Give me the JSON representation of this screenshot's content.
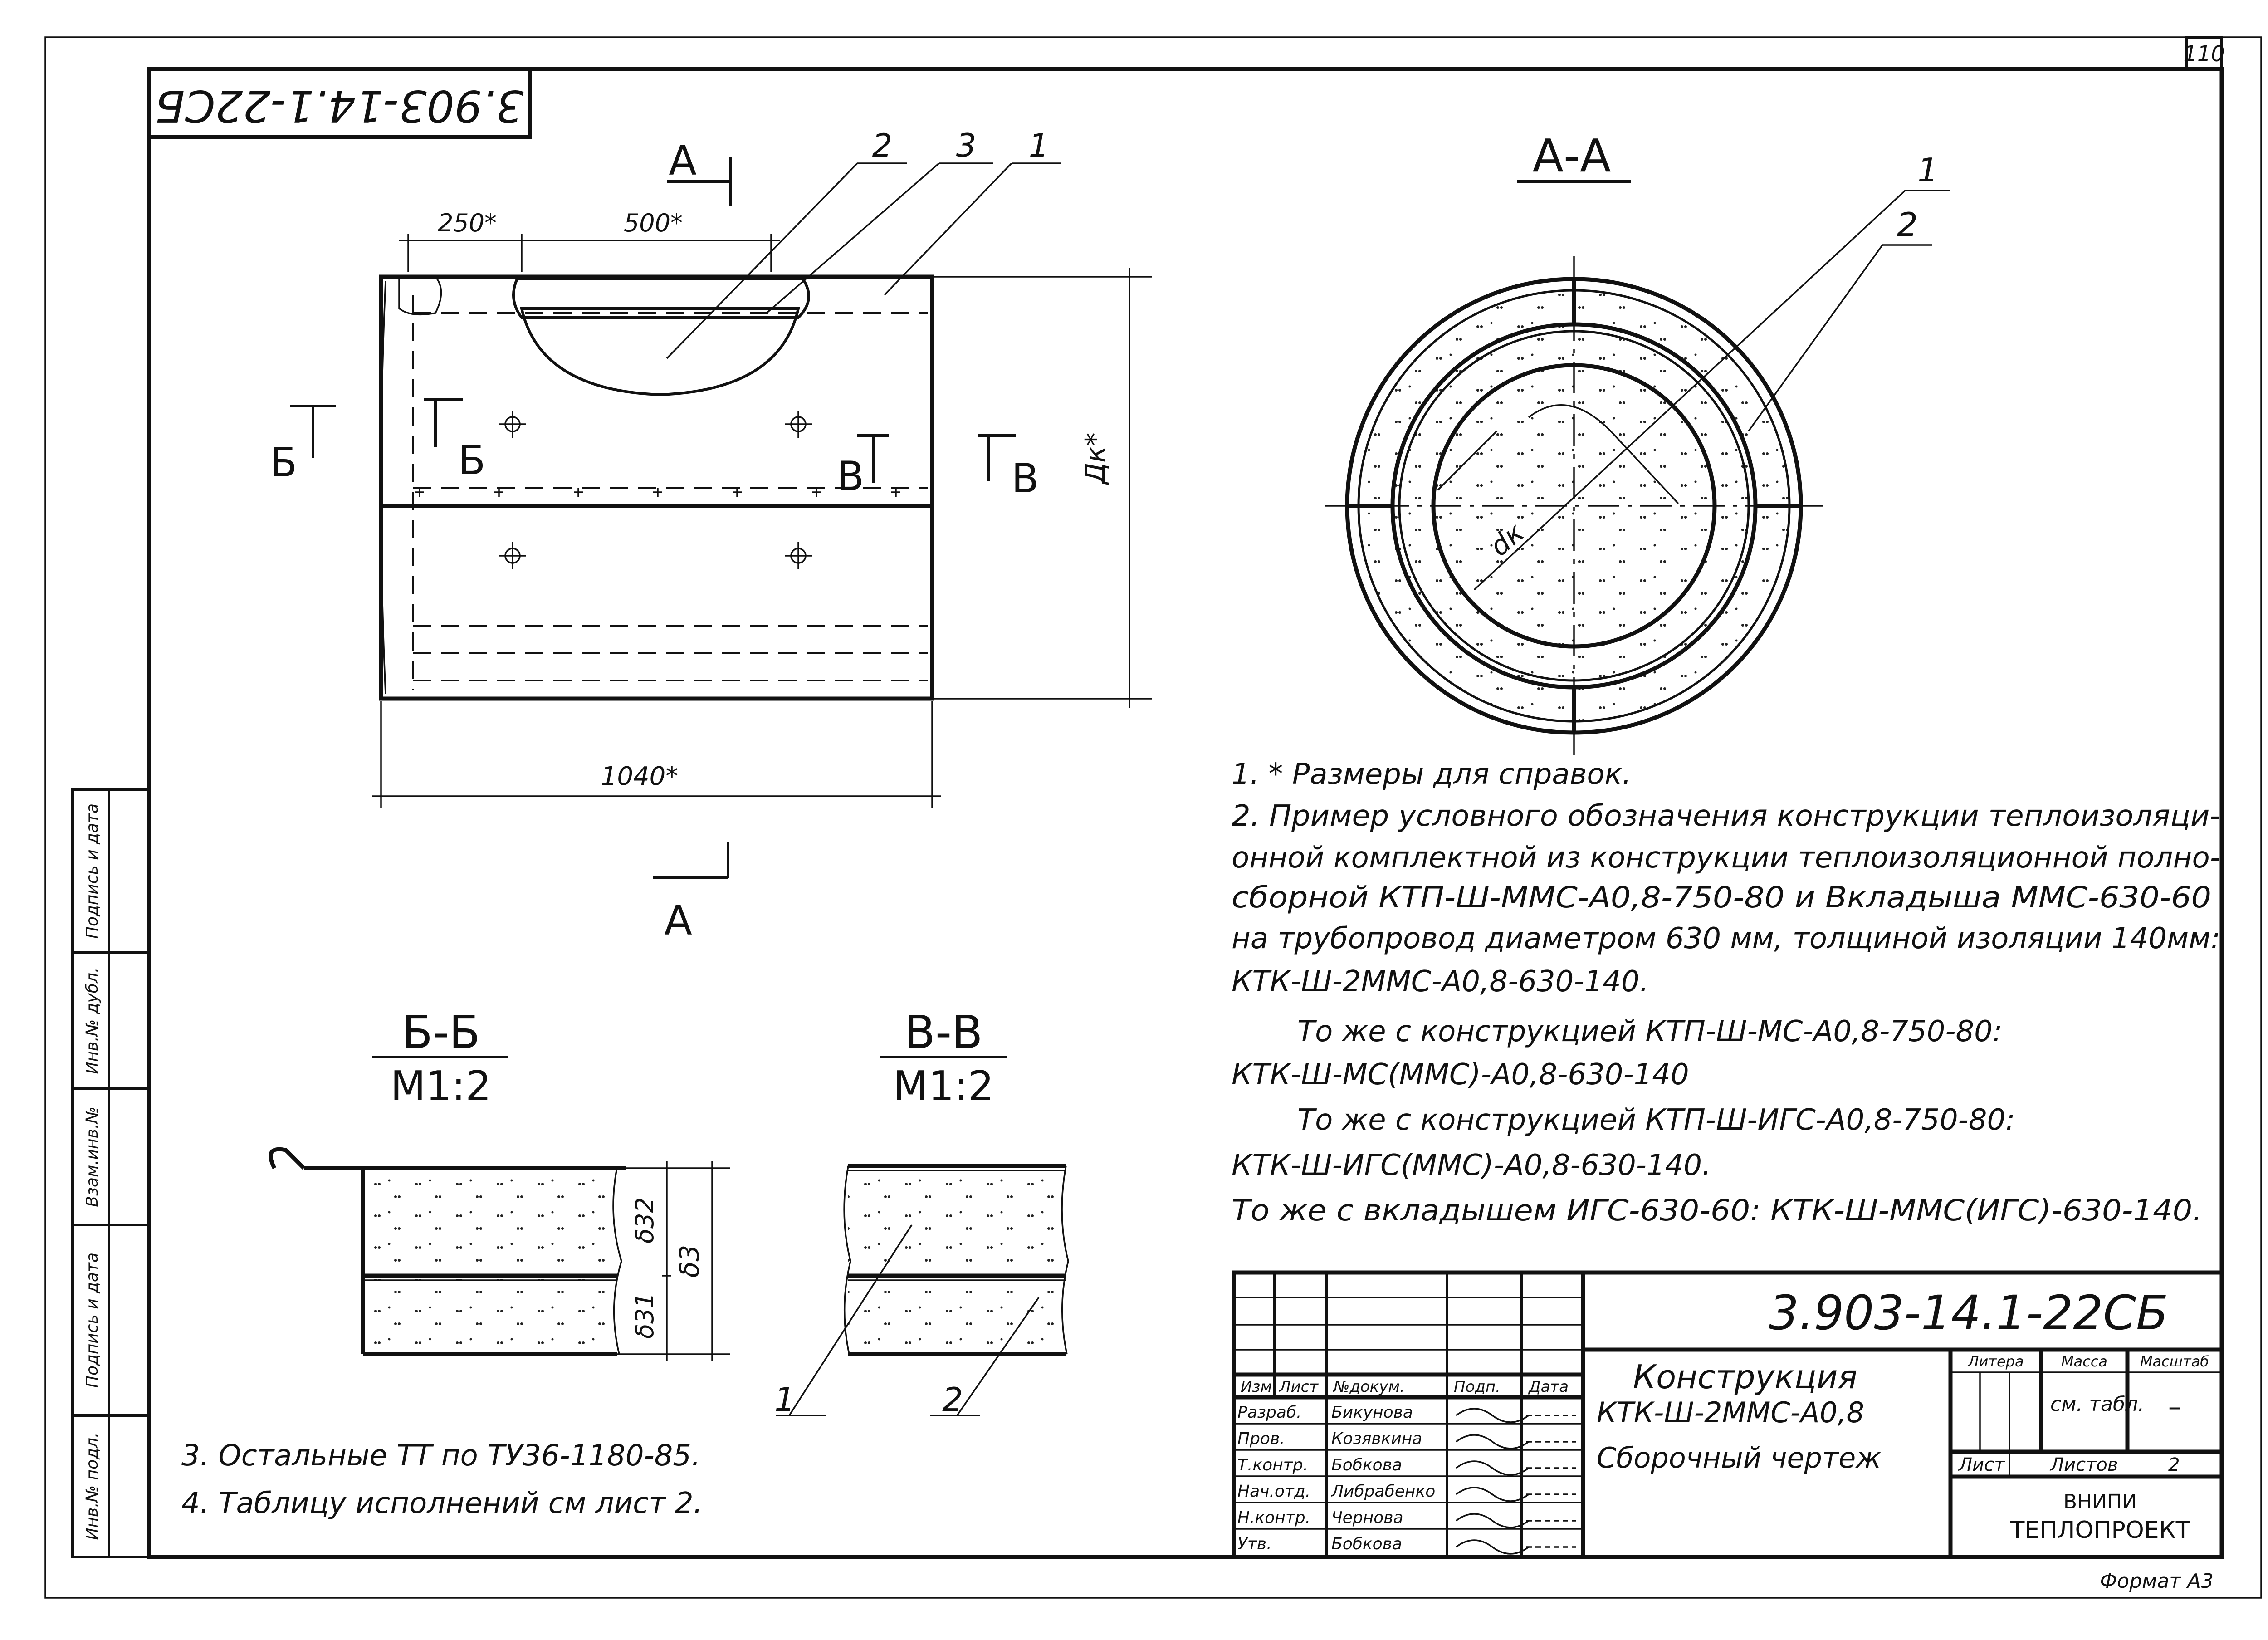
{
  "sheet": {
    "page_number": "110",
    "rotated_code": "3.903-14.1-22СБ",
    "format": "Формат А3"
  },
  "main_view": {
    "dim_250": "250*",
    "dim_500": "500*",
    "dim_1040": "1040*",
    "dim_dk": "Дк*",
    "section_a": "А",
    "mark_b": "Б",
    "mark_v": "В",
    "callouts": [
      "2",
      "3",
      "1"
    ]
  },
  "section_aa": {
    "title": "А-А",
    "label_dk": "dк",
    "callouts": [
      "1",
      "2"
    ]
  },
  "section_bb": {
    "title": "Б-Б",
    "scale": "М1:2",
    "delta_32": "δ32",
    "delta_31": "δ31",
    "delta_3": "δ3"
  },
  "section_vv": {
    "title": "В-В",
    "scale": "М1:2",
    "callouts": [
      "1",
      "2"
    ]
  },
  "notes": [
    "1. * Размеры для справок.",
    "2. Пример условного обозначения конструкции теплоизоляци-",
    "онной комплектной из конструкции теплоизоляционной полно-",
    "сборной КТП-Ш-ММС-А0,8-750-80 и Вкладыша ММС-630-60",
    "на трубопровод диаметром 630 мм, толщиной изоляции 140мм:",
    "КТК-Ш-2ММС-А0,8-630-140.",
    "То же с конструкцией КТП-Ш-МС-А0,8-750-80:",
    "КТК-Ш-МС(ММС)-А0,8-630-140",
    "То же с конструкцией КТП-Ш-ИГС-А0,8-750-80:",
    "КТК-Ш-ИГС(ММС)-А0,8-630-140.",
    "То же с вкладышем ИГС-630-60: КТК-Ш-ММС(ИГС)-630-140."
  ],
  "notes_bottom": [
    "3. Остальные ТТ по ТУ36-1180-85.",
    "4. Таблицу исполнений см лист 2."
  ],
  "left_strip": [
    "Подпись и дата",
    "Инв.№ дубл.",
    "Взам.инв.№",
    "Подпись и дата",
    "Инв.№ подл."
  ],
  "title_block": {
    "doc_code": "3.903-14.1-22СБ",
    "name_1": "Конструкция",
    "name_2": "КТК-Ш-2ММС-А0,8",
    "name_3": "Сборочный чертеж",
    "hdr_izm": "Изм",
    "hdr_list": "Лист",
    "hdr_doc": "№докум.",
    "hdr_podp": "Подп.",
    "hdr_data": "Дата",
    "litera": "Литера",
    "massa": "Масса",
    "masshtab": "Масштаб",
    "massa_value": "см. табл.",
    "masshtab_value": "–",
    "list_label": "Лист",
    "listov_label": "Листов",
    "listov_value": "2",
    "org_1": "ВНИПИ",
    "org_2": "ТЕПЛОПРОЕКТ",
    "rows": [
      {
        "role": "Разраб.",
        "name": "Бикунова"
      },
      {
        "role": "Пров.",
        "name": "Козявкина"
      },
      {
        "role": "Т.контр.",
        "name": "Бобкова"
      },
      {
        "role": "Нач.отд.",
        "name": "Либрабенко"
      },
      {
        "role": "Н.контр.",
        "name": "Чернова"
      },
      {
        "role": "Утв.",
        "name": "Бобкова"
      }
    ]
  }
}
